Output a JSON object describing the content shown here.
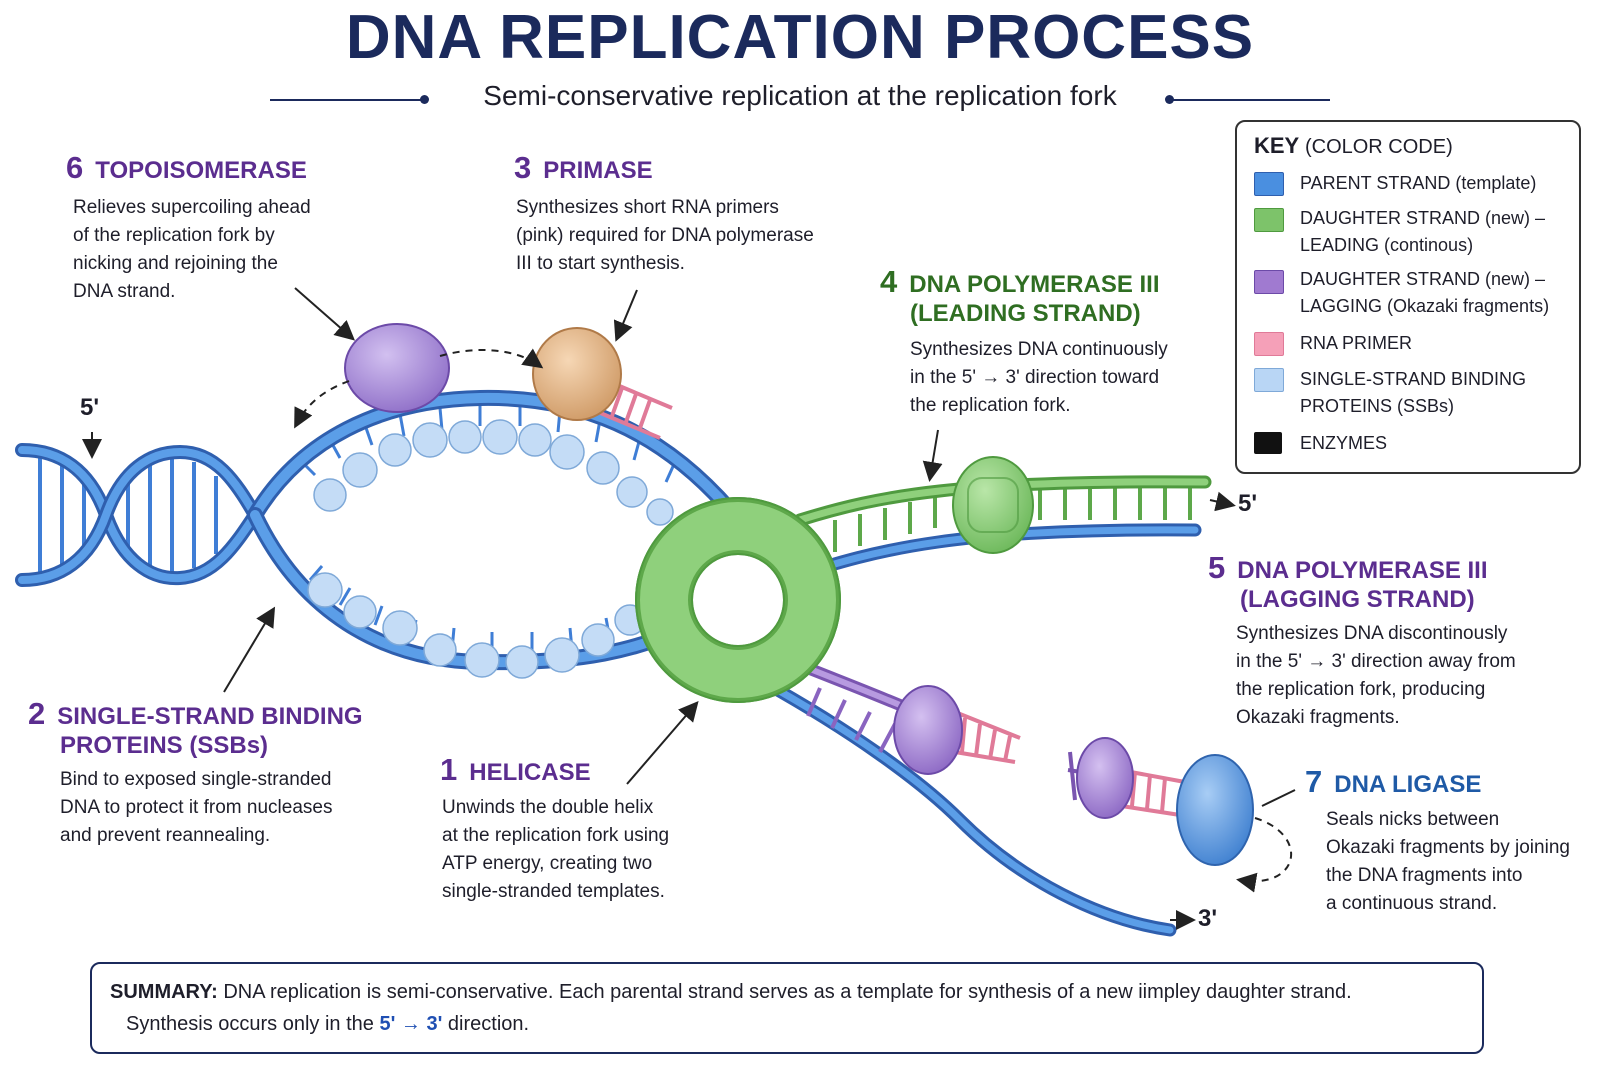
{
  "title": "DNA REPLICATION PROCESS",
  "subtitle": "Semi-conservative replication at the replication fork",
  "labels": {
    "topoisomerase": {
      "num": "6",
      "title": "TOPOISOMERASE",
      "lines": [
        "Relieves supercoiling ahead",
        "of the replication fork by",
        "nicking and rejoining the",
        "DNA strand."
      ]
    },
    "primase": {
      "num": "3",
      "title": "PRIMASE",
      "lines": [
        "Synthesizes short RNA primers",
        "(pink) required for DNA polymerase",
        "III to start synthesis."
      ]
    },
    "pol_leading": {
      "num": "4",
      "title_1": "DNA POLYMERASE III",
      "title_2": "(LEADING STRAND)",
      "lines": [
        "Synthesizes DNA continuously",
        "in the 5' → 3' direction toward",
        "the replication fork."
      ]
    },
    "pol_lagging": {
      "num": "5",
      "title_1": "DNA POLYMERASE III",
      "title_2": "(LAGGING STRAND)",
      "lines": [
        "Synthesizes DNA discontinously",
        "in the 5' → 3' direction away from",
        "the replication fork, producing",
        "Okazaki fragments."
      ]
    },
    "ssb": {
      "num": "2",
      "title_1": "SINGLE-STRAND BINDING",
      "title_2": "PROTEINS (SSBs)",
      "lines": [
        "Bind to exposed single-stranded",
        "DNA to protect it from nucleases",
        "and prevent reannealing."
      ]
    },
    "helicase": {
      "num": "1",
      "title": "HELICASE",
      "lines": [
        "Unwinds the double helix",
        "at the replication fork using",
        "ATP energy, creating two",
        "single-stranded templates."
      ]
    },
    "ligase": {
      "num": "7",
      "title": "DNA LIGASE",
      "lines": [
        "Seals nicks between",
        "Okazaki fragments by joining",
        "the DNA fragments into",
        "a continuous strand."
      ]
    }
  },
  "ends": {
    "left_5": "5'",
    "right_5": "5'",
    "right_3": "3'"
  },
  "key": {
    "title": "KEY",
    "title_paren": "(COLOR CODE)",
    "items": [
      {
        "line1": "PARENT STRAND (template)",
        "line2": "",
        "color": "#4a8fe0"
      },
      {
        "line1": "DAUGHTER STRAND (new) –",
        "line2": "LEADING (continous)",
        "color": "#7dc36a"
      },
      {
        "line1": "DAUGHTER STRAND (new) –",
        "line2": "LAGGING (Okazaki fragments)",
        "color": "#a07ad0"
      },
      {
        "line1": "RNA PRIMER",
        "line2": "",
        "color": "#f5a0b8"
      },
      {
        "line1": "SINGLE-STRAND BINDING",
        "line2": "PROTEINS (SSBs)",
        "color": "#b9d6f5"
      },
      {
        "line1": "ENZYMES",
        "line2": "",
        "color": "#111111"
      }
    ]
  },
  "summary": {
    "label": "SUMMARY:",
    "text1": "DNA replication is semi-conservative. Each parental strand serves as a template for synthesis of a new iimpley daughter strand.",
    "text2": "Synthesis occurs only in the",
    "direction": "5' → 3'",
    "text3": "direction."
  },
  "colors": {
    "parent": "#4a8fe0",
    "parent_dark": "#2f5fae",
    "leading": "#7dc36a",
    "lagging": "#a07ad0",
    "primer": "#f5a0b8",
    "ssb": "#b9d6f5",
    "helicase": "#8fd07c",
    "topo": "#a88ad8",
    "primase": "#e7b98a",
    "ligase": "#6ea6e6",
    "title": "#1b2a5c"
  }
}
